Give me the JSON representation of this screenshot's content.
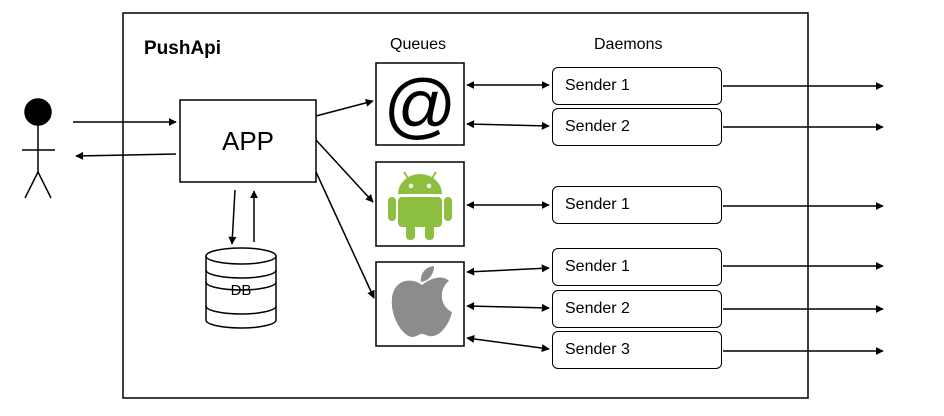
{
  "diagram": {
    "title": "PushApi",
    "queues_heading": "Queues",
    "daemons_heading": "Daemons",
    "app_label": "APP",
    "db_label": "DB",
    "queues": [
      {
        "name": "email",
        "icon": "at-sign-icon",
        "color": "#000000"
      },
      {
        "name": "android",
        "icon": "android-icon",
        "color": "#8CBF3F"
      },
      {
        "name": "apple",
        "icon": "apple-icon",
        "color": "#8C8C8C"
      }
    ],
    "senders": [
      {
        "label": "Sender 1",
        "queue": "email"
      },
      {
        "label": "Sender 2",
        "queue": "email"
      },
      {
        "label": "Sender 1",
        "queue": "android"
      },
      {
        "label": "Sender 1",
        "queue": "apple"
      },
      {
        "label": "Sender 2",
        "queue": "apple"
      },
      {
        "label": "Sender 3",
        "queue": "apple"
      }
    ]
  }
}
